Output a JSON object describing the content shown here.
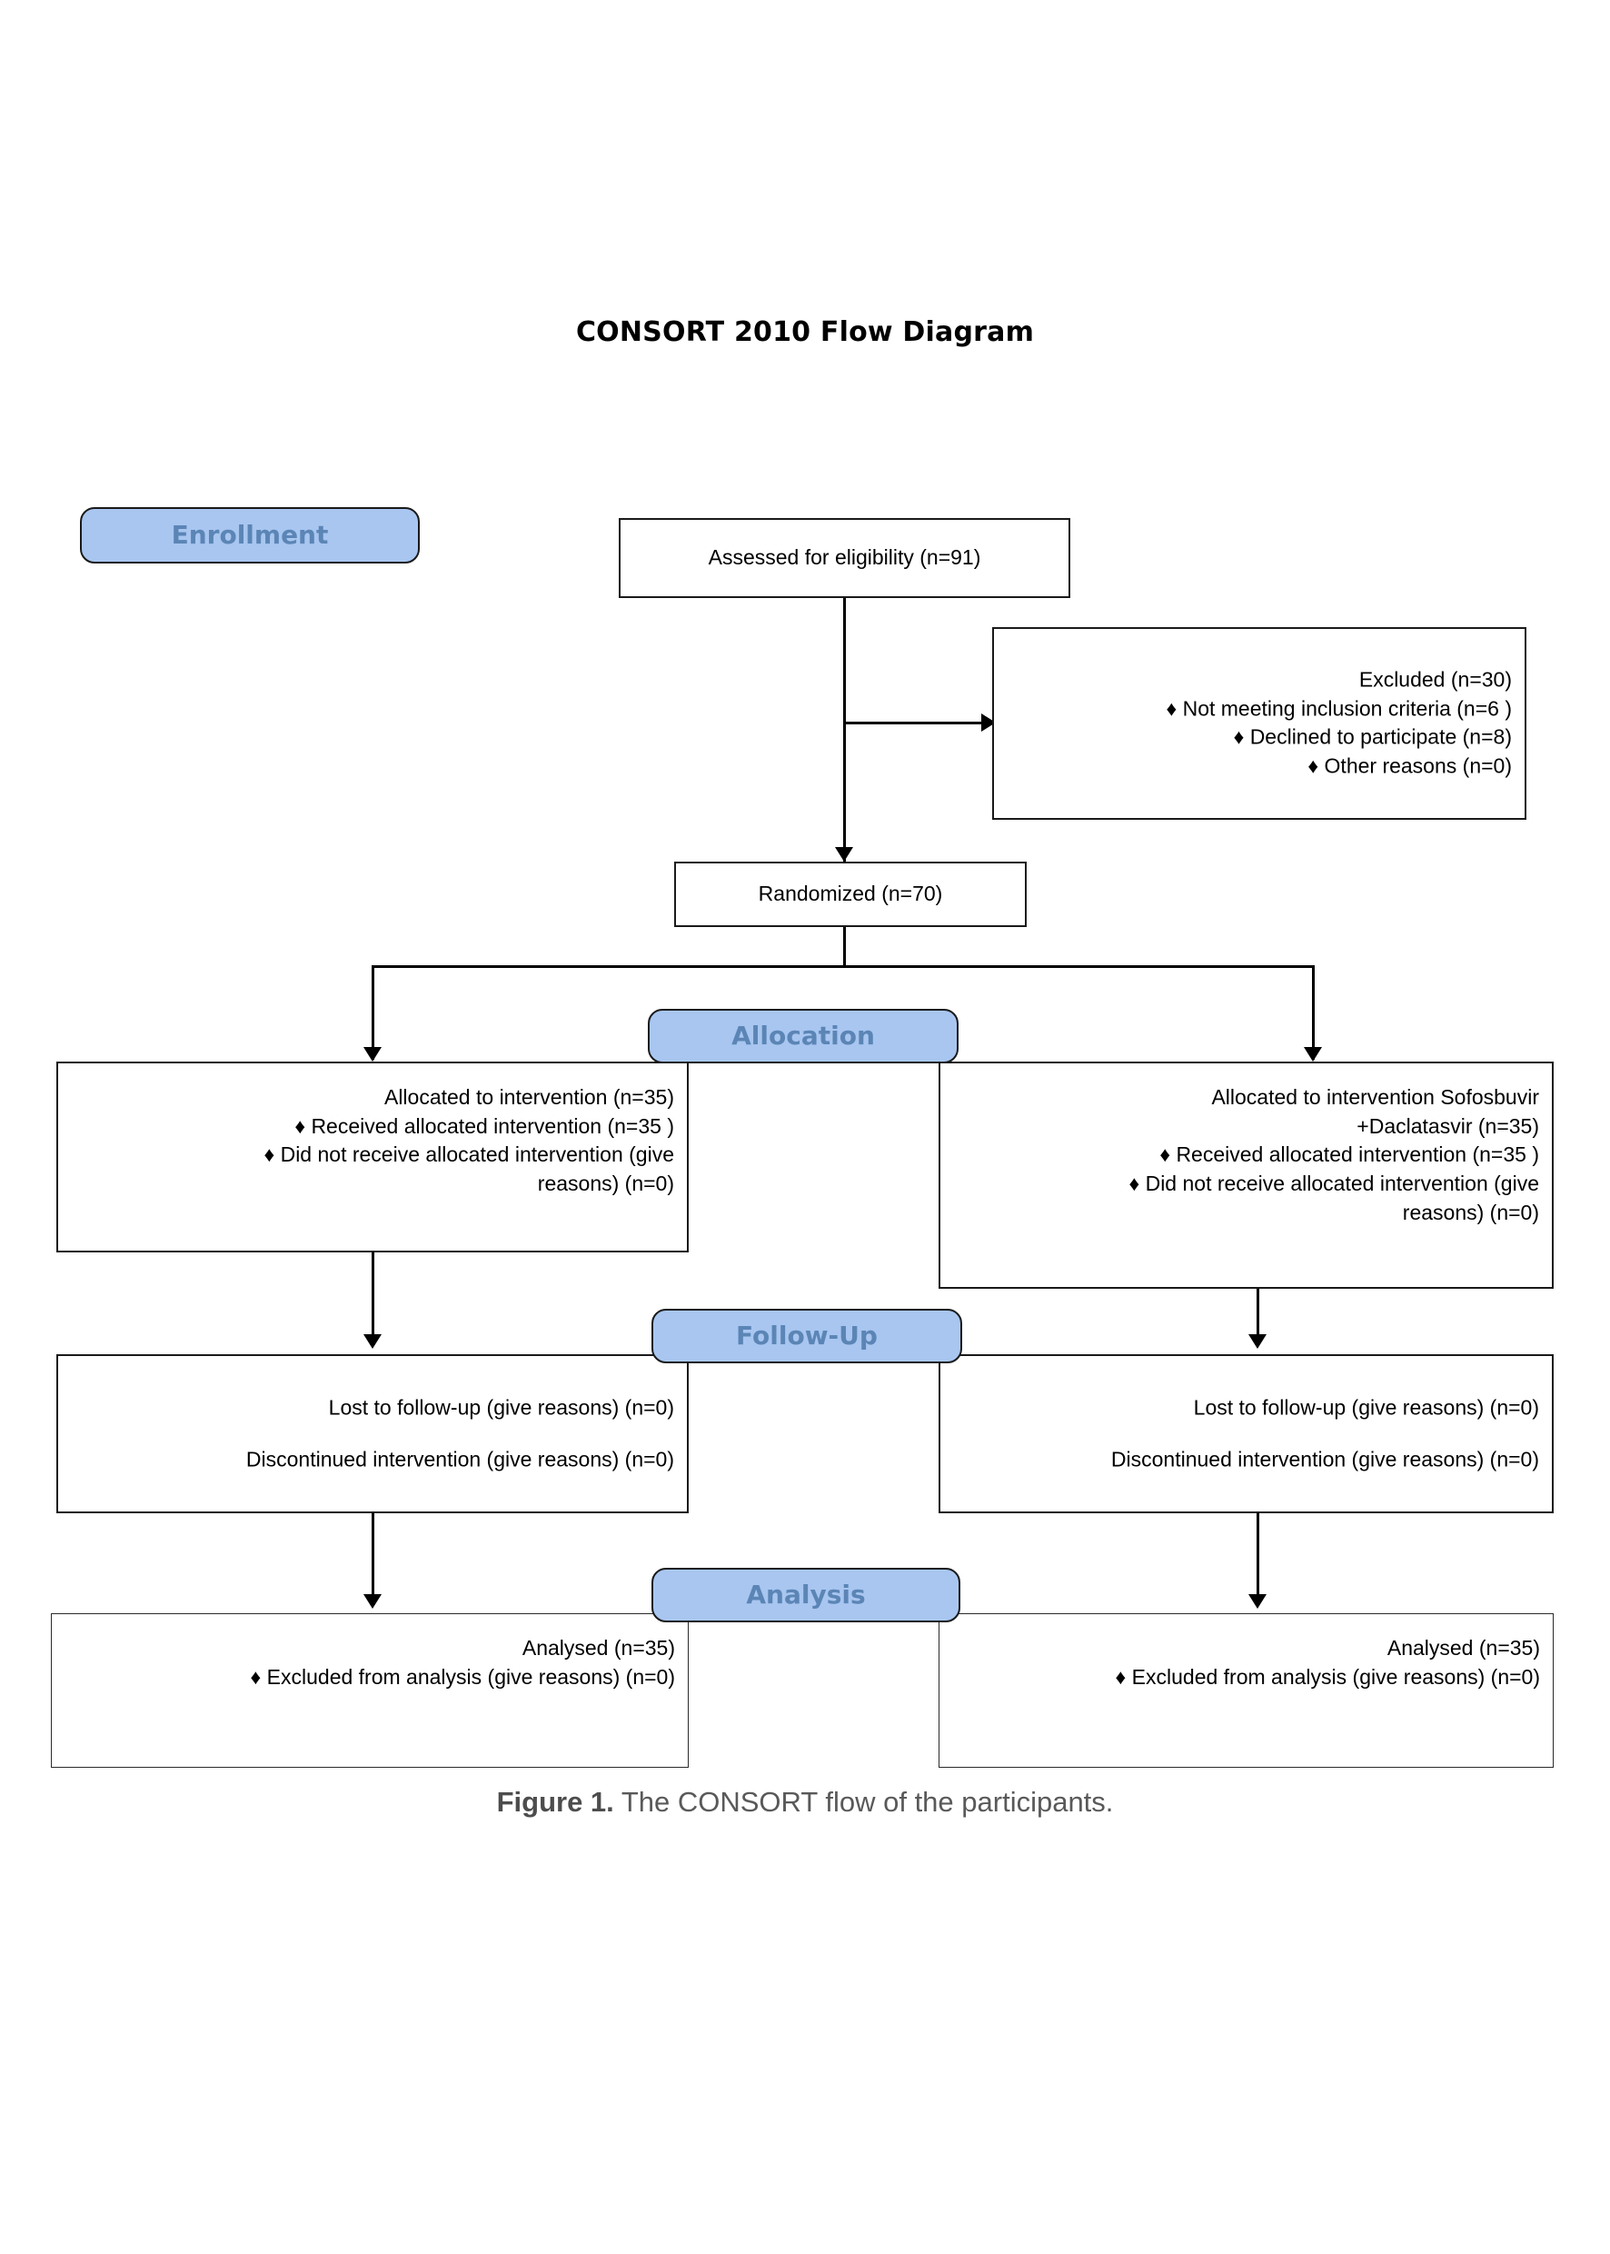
{
  "title": "CONSORT 2010 Flow Diagram",
  "caption": {
    "bold": "Figure 1.",
    "rest": " The CONSORT flow of the participants."
  },
  "stages": {
    "enrollment": "Enrollment",
    "allocation": "Allocation",
    "followup": "Follow-Up",
    "analysis": "Analysis"
  },
  "boxes": {
    "assessed": {
      "line1": "Assessed for eligibility (n=91)"
    },
    "excluded": {
      "line1": "Excluded (n=30)",
      "line2": "♦  Not meeting inclusion criteria (n=6 )",
      "line3": "♦  Declined to participate (n=8)",
      "line4": "♦  Other reasons (n=0)"
    },
    "randomized": {
      "line1": "Randomized (n=70)"
    },
    "alloc_left": {
      "line1": "Allocated to intervention (n=35)",
      "line2": "♦  Received allocated intervention (n=35 )",
      "line3": "♦  Did not receive allocated intervention (give",
      "line4": "reasons) (n=0)"
    },
    "alloc_right": {
      "line1": "Allocated to intervention Sofosbuvir",
      "line2": "+Daclatasvir (n=35)",
      "line3": "♦  Received allocated intervention (n=35 )",
      "line4": "♦  Did not receive allocated intervention (give",
      "line5": "reasons) (n=0)"
    },
    "follow_left": {
      "line1": "Lost to follow-up (give reasons) (n=0)",
      "line2": "Discontinued intervention (give reasons) (n=0)"
    },
    "follow_right": {
      "line1": "Lost to follow-up (give reasons) (n=0)",
      "line2": "Discontinued intervention (give reasons) (n=0)"
    },
    "analysis_left": {
      "line1": "Analysed (n=35)",
      "line2": "♦  Excluded from analysis (give reasons) (n=0)"
    },
    "analysis_right": {
      "line1": "Analysed (n=35)",
      "line2": "♦  Excluded from analysis (give reasons) (n=0)"
    }
  },
  "colors": {
    "badge_fill": "#a8c6f0",
    "badge_text": "#5b85b5",
    "box_border": "#1a1a1a",
    "caption_text": "#595959"
  }
}
